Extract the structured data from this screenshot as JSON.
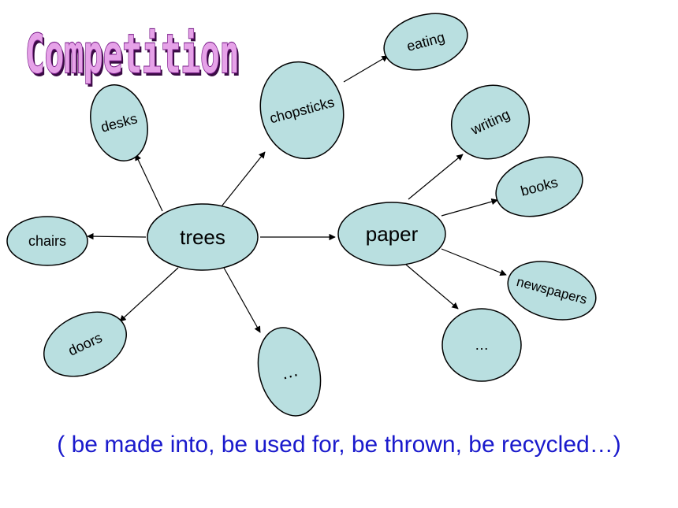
{
  "title": "Competition",
  "caption": "( be made into, be used for, be thrown, be recycled…)",
  "colors": {
    "node_fill": "#b9dfe0",
    "title_fill": "#e6a2e8",
    "title_outline": "#7a1e8a",
    "caption": "#1a1acc"
  },
  "nodes": [
    {
      "id": "trees",
      "label": "trees"
    },
    {
      "id": "paper",
      "label": "paper"
    },
    {
      "id": "chairs",
      "label": "chairs"
    },
    {
      "id": "desks",
      "label": "desks"
    },
    {
      "id": "chopsticks",
      "label": "chopsticks"
    },
    {
      "id": "eating",
      "label": "eating"
    },
    {
      "id": "doors",
      "label": "doors"
    },
    {
      "id": "trees-more",
      "label": "…"
    },
    {
      "id": "writing",
      "label": "writing"
    },
    {
      "id": "books",
      "label": "books"
    },
    {
      "id": "newspapers",
      "label": "newspapers"
    },
    {
      "id": "paper-more",
      "label": "…"
    }
  ],
  "edges": [
    {
      "from": "trees",
      "to": "chairs"
    },
    {
      "from": "trees",
      "to": "desks"
    },
    {
      "from": "trees",
      "to": "chopsticks"
    },
    {
      "from": "chopsticks",
      "to": "eating"
    },
    {
      "from": "trees",
      "to": "paper"
    },
    {
      "from": "trees",
      "to": "doors"
    },
    {
      "from": "trees",
      "to": "trees-more"
    },
    {
      "from": "paper",
      "to": "writing"
    },
    {
      "from": "paper",
      "to": "books"
    },
    {
      "from": "paper",
      "to": "newspapers"
    },
    {
      "from": "paper",
      "to": "paper-more"
    }
  ]
}
